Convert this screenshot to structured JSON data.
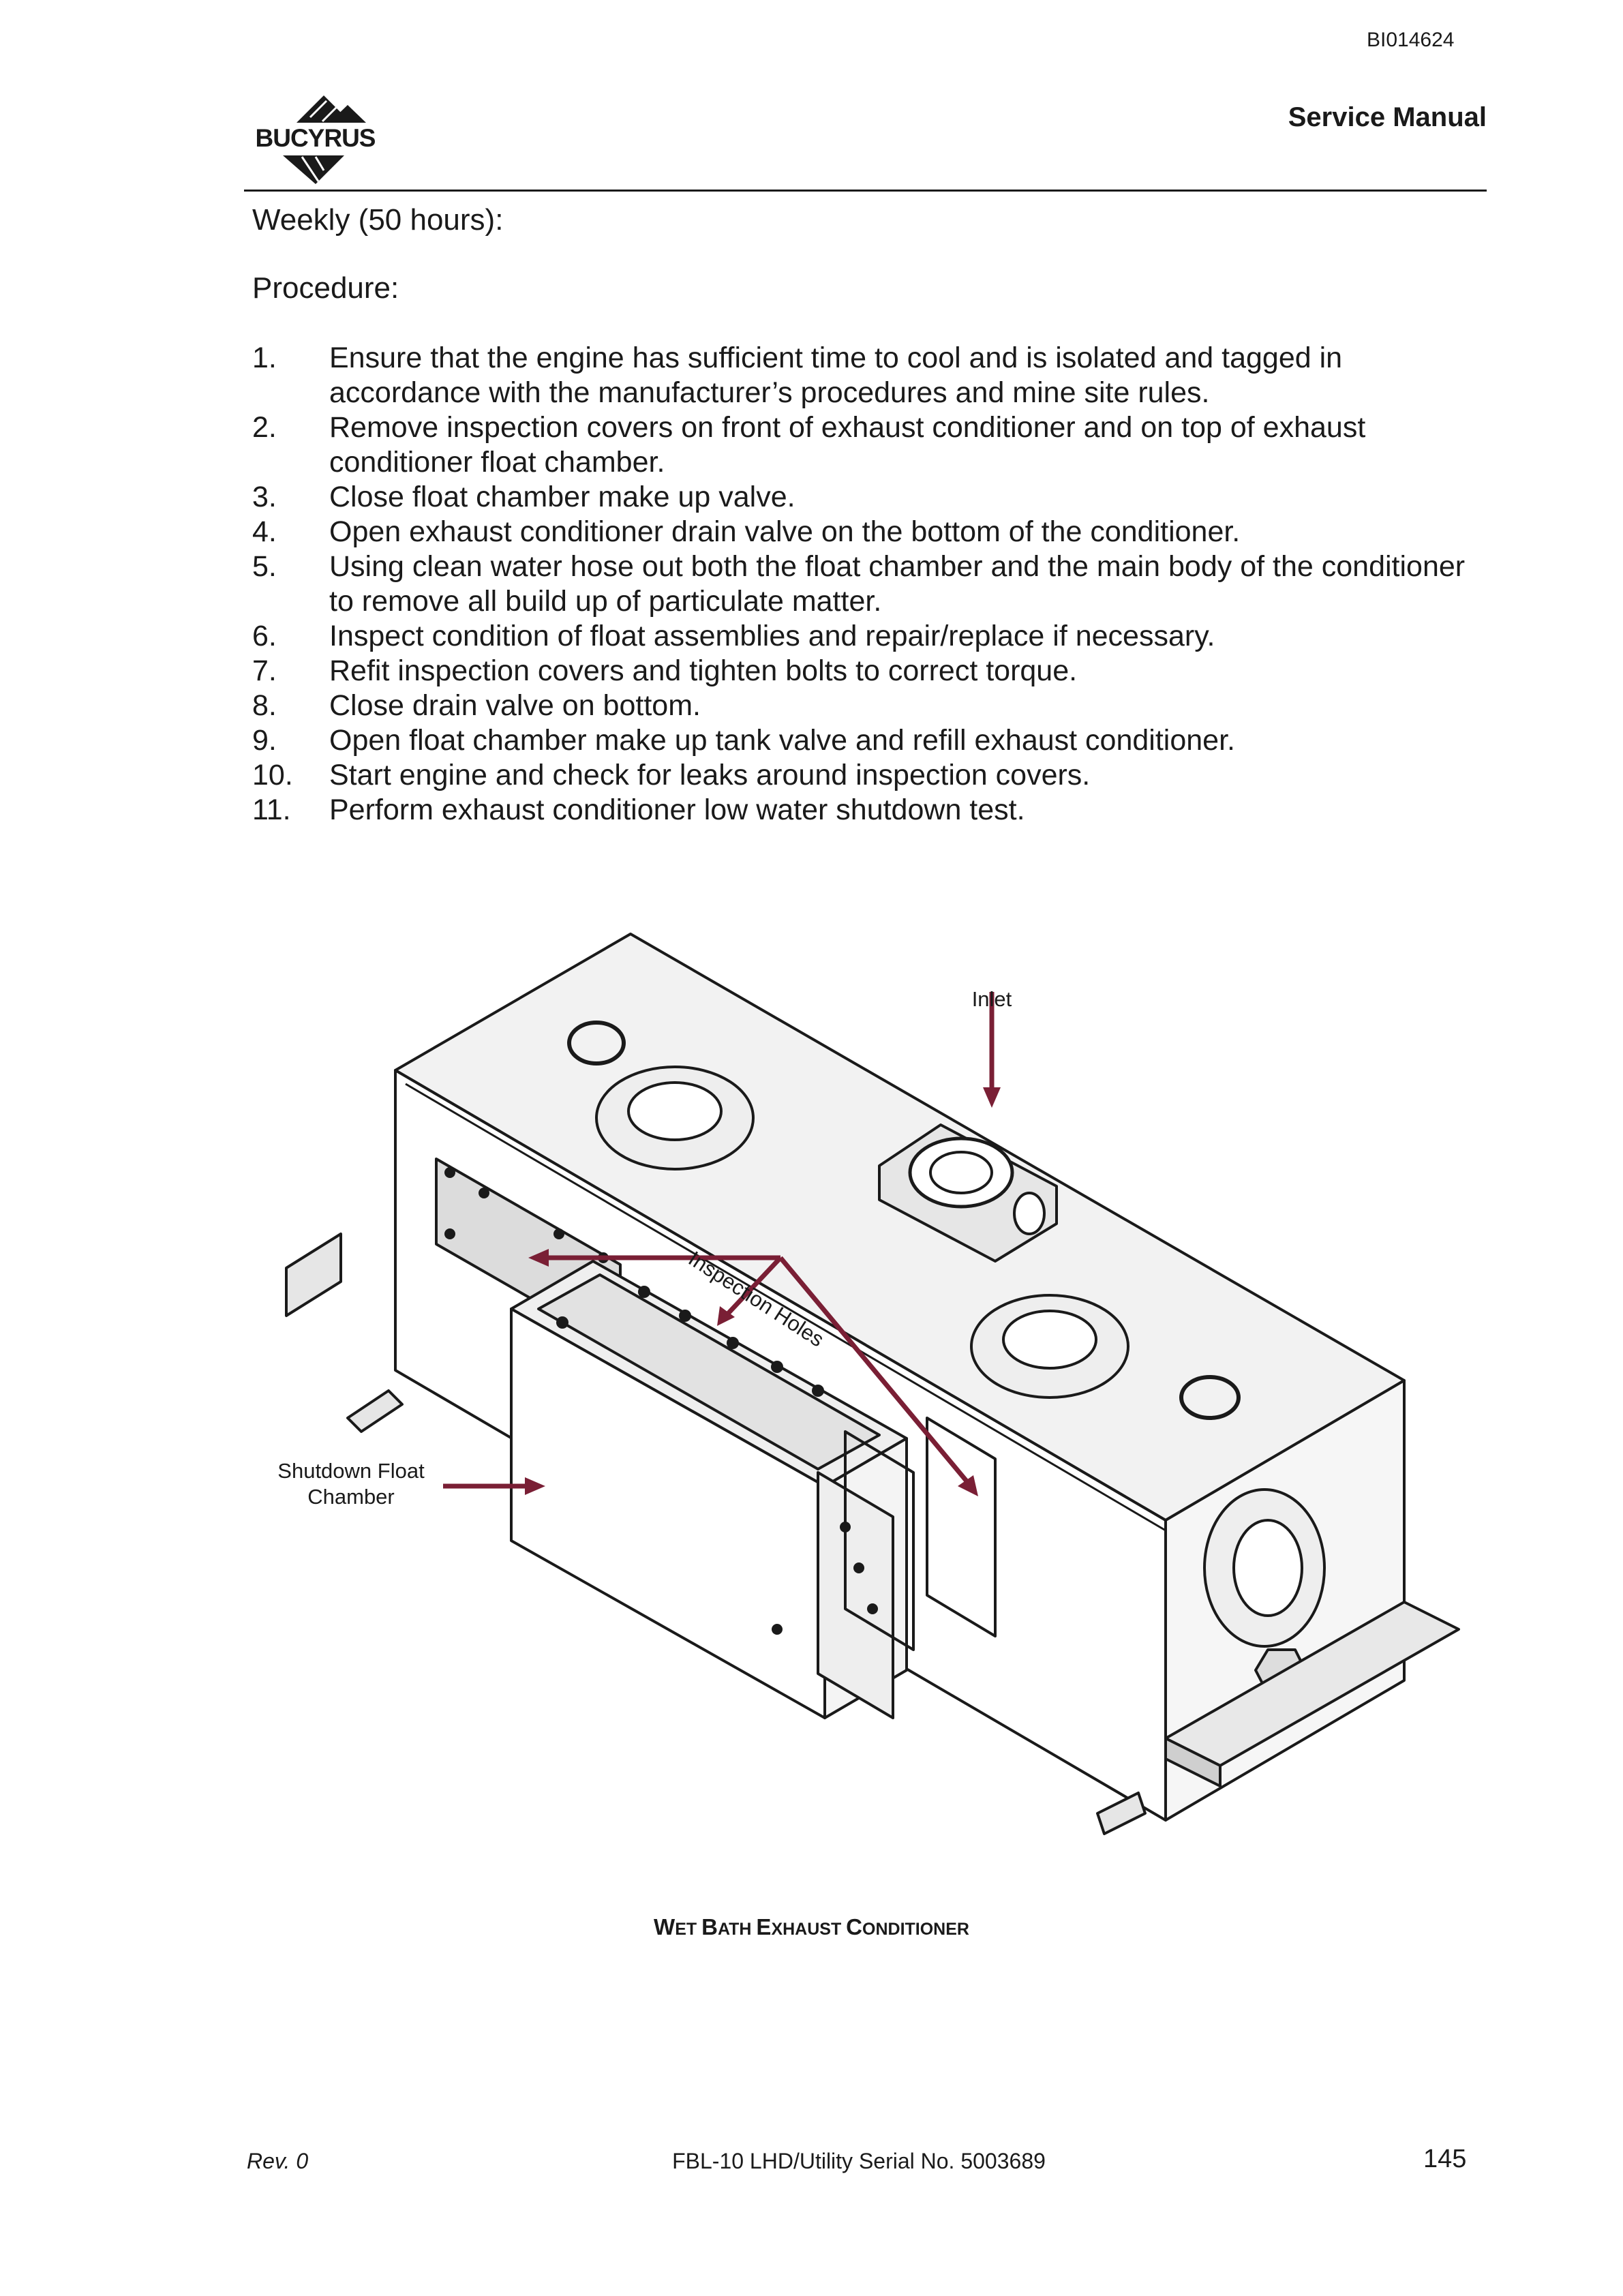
{
  "header": {
    "doc_id": "BI014624",
    "logo_text": "BUCYRUS",
    "manual_title": "Service Manual"
  },
  "section": {
    "title": "Weekly (50 hours):",
    "procedure_label": "Procedure:"
  },
  "steps": [
    {
      "num": "1.",
      "text": "Ensure that the engine has sufficient time to cool and is isolated and tagged in accordance with the manufacturer’s procedures and mine site rules."
    },
    {
      "num": "2.",
      "text": "Remove inspection covers on front of exhaust conditioner and on top of exhaust conditioner float chamber."
    },
    {
      "num": "3.",
      "text": "Close float chamber make up valve."
    },
    {
      "num": "4.",
      "text": "Open exhaust conditioner drain valve on the bottom of the conditioner."
    },
    {
      "num": "5.",
      "text": "Using clean water hose out both the float chamber and the main body of the conditioner to remove all build up of particulate matter."
    },
    {
      "num": "6.",
      "text": "Inspect condition of float assemblies and repair/replace if necessary."
    },
    {
      "num": "7.",
      "text": "Refit inspection covers and tighten bolts to correct torque."
    },
    {
      "num": "8.",
      "text": "Close drain valve on bottom."
    },
    {
      "num": "9.",
      "text": "Open float chamber make up tank valve and refill exhaust conditioner."
    },
    {
      "num": "10.",
      "text": "Start engine and check for leaks around inspection covers."
    },
    {
      "num": "11.",
      "text": "Perform exhaust conditioner low water shutdown test."
    }
  ],
  "figure": {
    "labels": {
      "inlet": "Inlet",
      "inspection_holes": "Inspection Holes",
      "shutdown_float_line1": "Shutdown Float",
      "shutdown_float_line2": "Chamber"
    },
    "caption": {
      "w1": "W",
      "w2": "ET ",
      "b1": "B",
      "b2": "ATH ",
      "e1": "E",
      "e2": "XHAUST ",
      "c1": "C",
      "c2": "ONDITIONER"
    },
    "arrow_color": "#7a1f35"
  },
  "footer": {
    "rev": "Rev. 0",
    "serial": "FBL-10 LHD/Utility Serial No. 5003689",
    "page": "145"
  }
}
